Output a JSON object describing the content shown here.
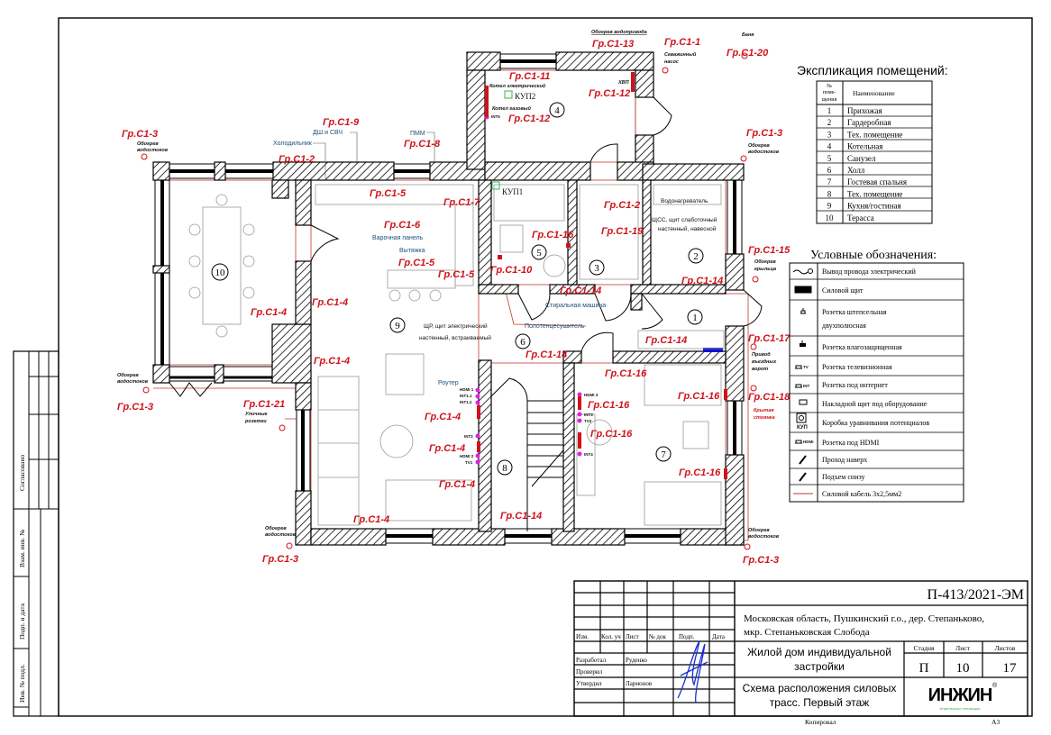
{
  "stamp": {
    "agreed": "Согласовано",
    "inv_no": "Взам. инв. №",
    "sign_date": "Подп. и дата",
    "inv_orig": "Инв. № подл."
  },
  "explication": {
    "title": "Экспликация помещений:",
    "col_no": "№ поме-щения",
    "col_no_lines": [
      "№",
      "поме-",
      "щения"
    ],
    "col_name": "Наименование",
    "rows": [
      {
        "no": "1",
        "name": "Прихожая"
      },
      {
        "no": "2",
        "name": "Гардеробная"
      },
      {
        "no": "3",
        "name": "Тех. помещение"
      },
      {
        "no": "4",
        "name": "Котельная"
      },
      {
        "no": "5",
        "name": "Санузел"
      },
      {
        "no": "6",
        "name": "Холл"
      },
      {
        "no": "7",
        "name": "Гостевая спальня"
      },
      {
        "no": "8",
        "name": "Тех. помещение"
      },
      {
        "no": "9",
        "name": "Кухня/гостиная"
      },
      {
        "no": "10",
        "name": "Терасса"
      }
    ]
  },
  "legend": {
    "title": "Условные обозначения:",
    "items": [
      {
        "icon": "wire-outlet-icon",
        "label": "Вывод провода электрический"
      },
      {
        "icon": "power-panel-icon",
        "label": "Силовой щит"
      },
      {
        "icon": "double-socket-icon",
        "label": "Розетка штепсельная двухполюсная"
      },
      {
        "icon": "waterproof-socket-icon",
        "label": "Розетка влагозащищенная"
      },
      {
        "icon": "tv-socket-icon",
        "label": "Розетка телевизионная"
      },
      {
        "icon": "internet-socket-icon",
        "label": "Розетка под интернет"
      },
      {
        "icon": "equipment-panel-icon",
        "label": "Накладной щит под оборудование"
      },
      {
        "icon": "potential-box-icon",
        "label": "Коробка уравнивания потенциалов"
      },
      {
        "icon": "hdmi-socket-icon",
        "label": "Розетка под HDMI"
      },
      {
        "icon": "pass-up-icon",
        "label": "Проход наверх"
      },
      {
        "icon": "rise-from-below-icon",
        "label": "Подъем снизу"
      },
      {
        "icon": "power-cable-icon",
        "label": "Силовой кабель 3х2,5мм2"
      }
    ],
    "icon_text": {
      "tv": "TV",
      "int": "INT",
      "hdmi": "HDMI",
      "kup": "КУП"
    }
  },
  "colors": {
    "circuit": "#d0121b",
    "appliance": "#1d4f78",
    "cable": "#c0392b",
    "hdmi": "#e020e0",
    "kup": "#3cb04a",
    "panel_blue": "#1010d0"
  },
  "plan": {
    "rooms": [
      "1",
      "2",
      "3",
      "4",
      "5",
      "6",
      "7",
      "8",
      "9",
      "10"
    ],
    "circuits": [
      "Гр.С1-3",
      "Гр.С1-9",
      "Гр.С1-2",
      "Гр.С1-8",
      "Гр.С1-13",
      "Гр.С1-1",
      "Гр.С1-20",
      "Гр.С1-11",
      "Гр.С1-12",
      "Гр.С1-12",
      "Гр.С1-3",
      "Гр.С1-5",
      "Гр.С1-7",
      "Гр.С1-2",
      "Гр.С1-6",
      "Гр.С1-19",
      "Гр.С1-16",
      "Гр.С1-10",
      "Гр.С1-5",
      "Гр.С1-5",
      "Гр.С1-15",
      "Гр.С1-14",
      "Гр.С1-14",
      "Гр.С1-4",
      "Гр.С1-4",
      "Гр.С1-17",
      "Гр.С1-14",
      "Гр.С1-14",
      "Гр.С1-4",
      "Гр.С1-16",
      "Гр.С1-16",
      "Гр.С1-18",
      "Гр.С1-21",
      "Гр.С1-3",
      "Гр.С1-16",
      "Гр.С1-4",
      "Гр.С1-16",
      "Гр.С1-4",
      "Гр.С1-16",
      "Гр.С1-4",
      "Гр.С1-14",
      "Гр.С1-4",
      "Гр.С1-3",
      "Гр.С1-3"
    ],
    "notes": {
      "gutter_heat_1": [
        "Обогрев",
        "водостоков"
      ],
      "gutter_heat_2": [
        "Обогрев",
        "водостоков"
      ],
      "gutter_heat_3": [
        "Обогрев",
        "водостоков"
      ],
      "gutter_heat_4": [
        "Обогрев",
        "водостоков"
      ],
      "gutter_heat_5": [
        "Обогрев",
        "водостоков"
      ],
      "water_pipe_heat": "Обогрев водопровода",
      "well_pump": [
        "Скважинный",
        "насос"
      ],
      "sauna": "Баня",
      "boiler_electric": "Котел электрический",
      "boiler_gas": "Котел газовый",
      "hvp": "ХВП",
      "porch_heat": [
        "Обогрев",
        "крыльца"
      ],
      "gate_drive": [
        "Привод",
        "въездных",
        "ворот"
      ],
      "carport": [
        "Крытая",
        "стоянка"
      ],
      "outdoor_sockets": [
        "Уличные",
        "розетки"
      ]
    },
    "appliances": {
      "fridge": "Холодильник",
      "dw_mw": "ДШ и СВЧ",
      "pmm": "ПММ",
      "hob": "Варочная панель",
      "hood": "Вытяжка",
      "washer": "Стиральная машина",
      "towel": "Полотенцесушитель",
      "router": "Роутер"
    },
    "equipment": {
      "kup1": "КУП1",
      "kup2": "КУП2",
      "water_heater": "Водонагреватель",
      "shss": [
        "ЩСС, щит слаботочный",
        "настенный, навесной"
      ],
      "shr": [
        "ЩР, щит электрический",
        "настенный, встраиваемый"
      ]
    },
    "sockets": [
      "HDMI 1",
      "INT1.1",
      "INT1.2",
      "INT2",
      "HDMI 2",
      "TV1",
      "HDMI 3",
      "INT3",
      "TV2",
      "INT4",
      "INT5"
    ]
  },
  "title_block": {
    "code": "П-413/2021-ЭМ",
    "address": [
      "Московская область, Пушкинский г.о., дер. Степаньково,",
      "мкр. Степаньковская Слобода"
    ],
    "headers": [
      "Изм.",
      "Кол. уч",
      "Лист",
      "№ док",
      "Подп.",
      "Дата"
    ],
    "roles": [
      {
        "role": "Разработал",
        "name": "Руденко"
      },
      {
        "role": "Проверил",
        "name": ""
      },
      {
        "role": "Утвердил",
        "name": "Ларионов"
      }
    ],
    "object": [
      "Жилой дом индивидуальной",
      "застройки"
    ],
    "stage_label": "Стадия",
    "sheet_label": "Лист",
    "sheets_label": "Листов",
    "stage": "П",
    "sheet": "10",
    "sheets": "17",
    "drawing_title": [
      "Схема расположения силовых",
      "трасс. Первый этаж"
    ],
    "logo": "ИНЖИН",
    "logo_reg": "®",
    "logo_tagline": "Инженерные инновации",
    "copied": "Копировал",
    "format": "А3"
  }
}
